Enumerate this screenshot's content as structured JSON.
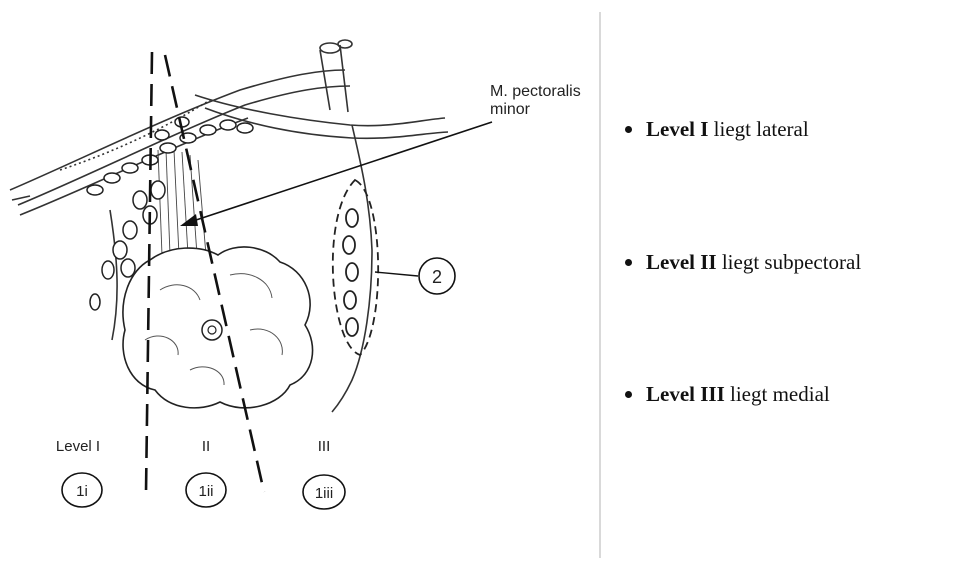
{
  "figure": {
    "muscle_label_line1": "M. pectoralis",
    "muscle_label_line2": "minor",
    "callout_number": "2",
    "level_labels": [
      "Level I",
      "II",
      "III"
    ],
    "circle_labels": [
      "1i",
      "1ii",
      "1iii"
    ]
  },
  "bullets": [
    {
      "bold": "Level I",
      "rest": " liegt lateral"
    },
    {
      "bold": "Level II",
      "rest": " liegt subpectoral"
    },
    {
      "bold": "Level III",
      "rest": " liegt medial"
    }
  ]
}
